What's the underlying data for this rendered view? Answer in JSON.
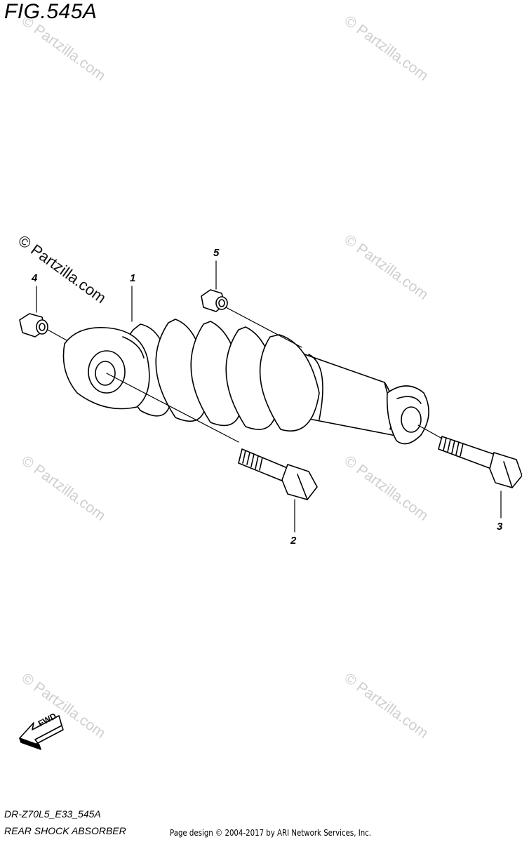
{
  "figure": {
    "title": "FIG.545A",
    "code": "DR-Z70L5_E33_545A",
    "caption": "REAR SHOCK ABSORBER"
  },
  "callouts": [
    "1",
    "2",
    "3",
    "4",
    "5"
  ],
  "watermark": {
    "main": "© Partzilla.com",
    "faint": "© Partzilla.com"
  },
  "direction_marker": {
    "label": "FWD"
  },
  "footer": {
    "credit": "Page design © 2004-2017 by ARI Network Services, Inc."
  },
  "colors": {
    "line": "#000000",
    "watermark": "#cfcfcf",
    "background": "#ffffff"
  }
}
